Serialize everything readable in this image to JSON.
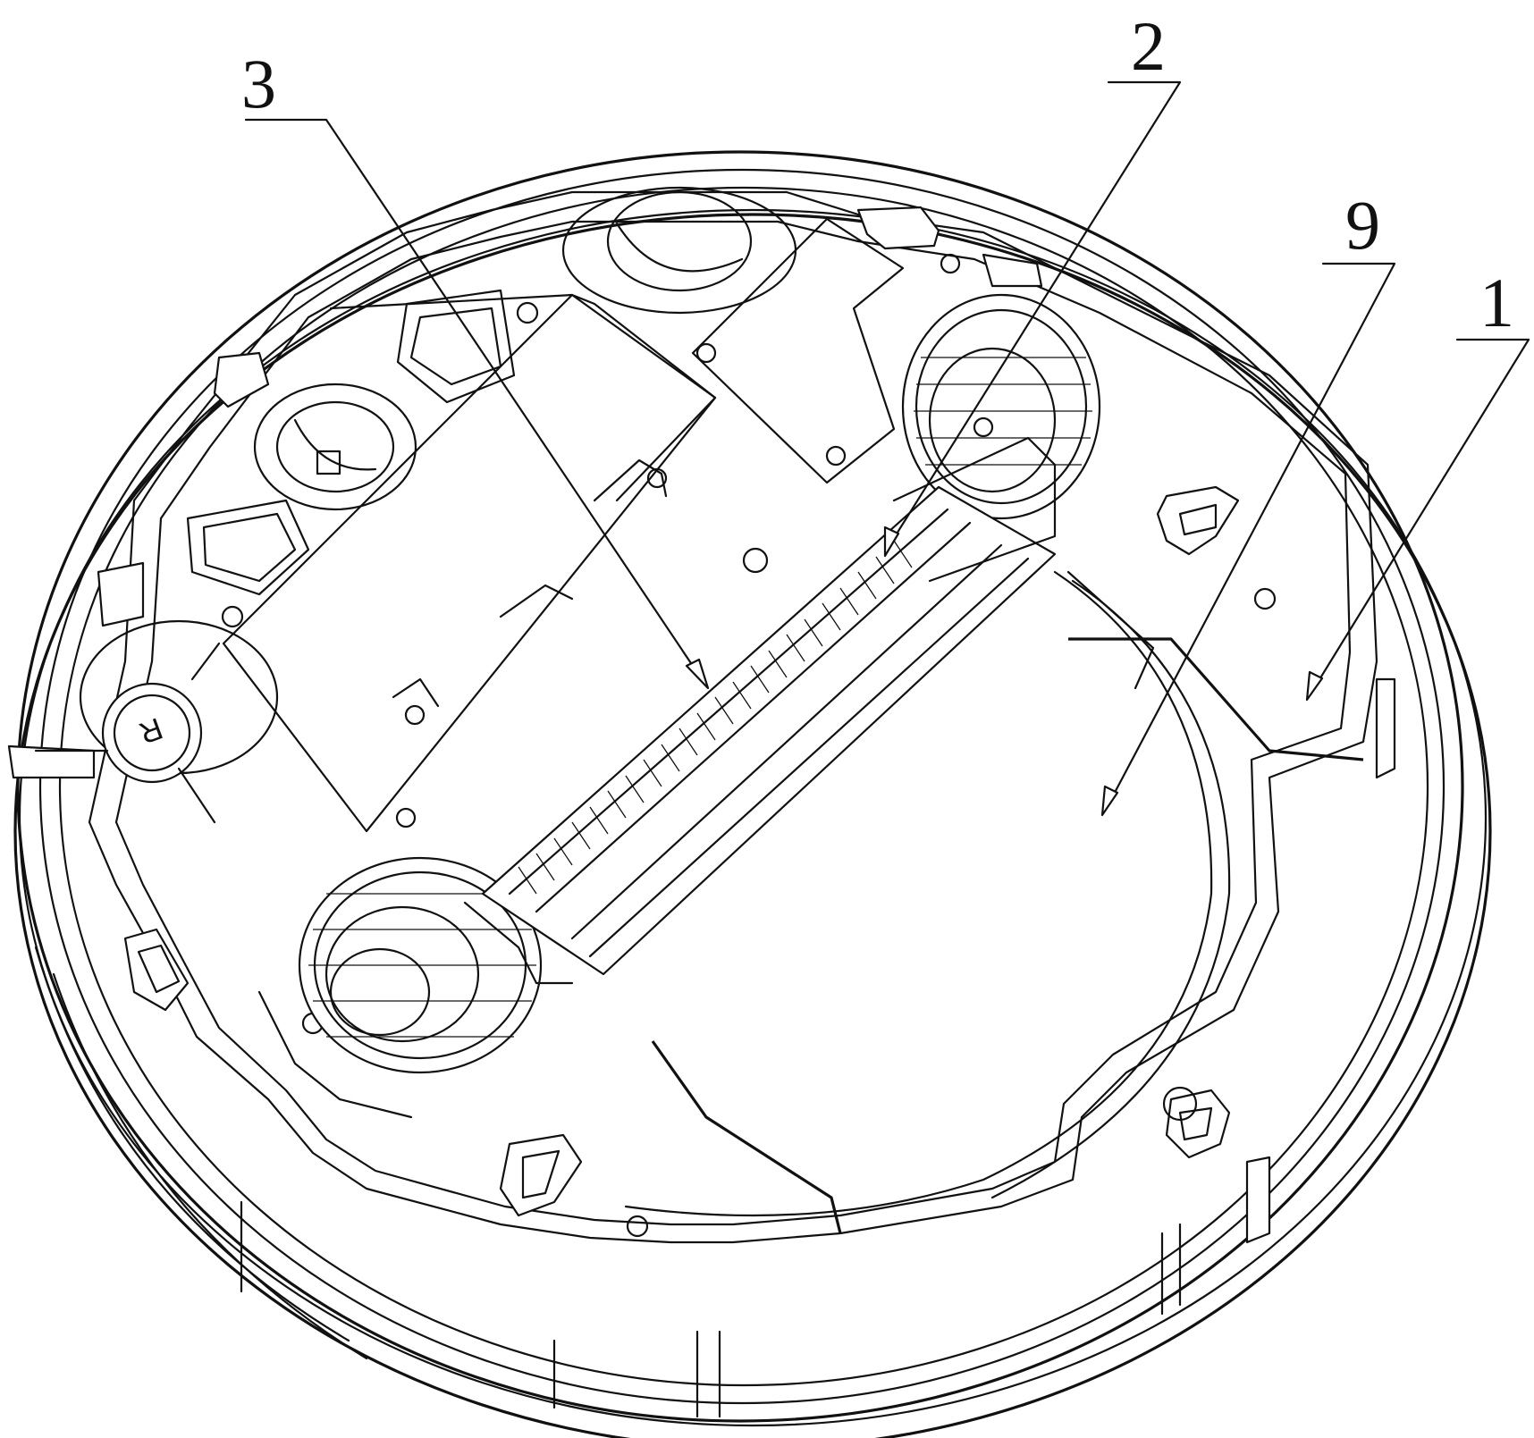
{
  "callouts": [
    {
      "id": "callout-1",
      "text": "1"
    },
    {
      "id": "callout-2",
      "text": "2"
    },
    {
      "id": "callout-3",
      "text": "3"
    },
    {
      "id": "callout-9",
      "text": "9"
    }
  ],
  "wheel_letter": "R",
  "icons": {
    "drawing": "robot-vacuum-underside-icon"
  }
}
